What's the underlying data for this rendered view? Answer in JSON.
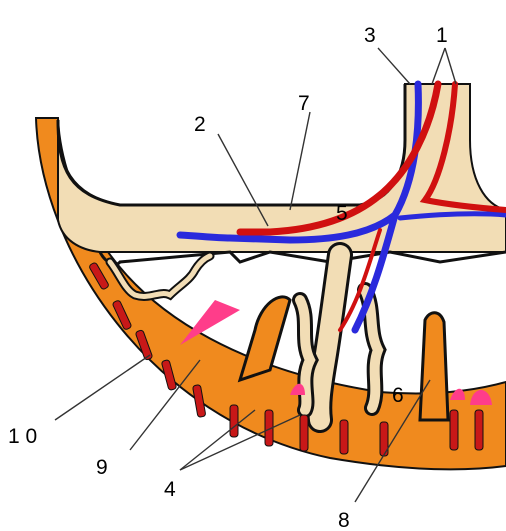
{
  "labels": {
    "l1": "1",
    "l2": "2",
    "l3": "3",
    "l4": "4",
    "l5": "5",
    "l6": "6",
    "l7": "7",
    "l8": "8",
    "l9": "9",
    "l10": "1 0"
  },
  "colors": {
    "uterine_wall": "#F08A1E",
    "tissue": "#F2DDB5",
    "vein": "#2A2ADC",
    "artery": "#D01010",
    "spiral_artery": "#C81818",
    "blood_space": "#FF3D8A",
    "outline": "#111111"
  }
}
